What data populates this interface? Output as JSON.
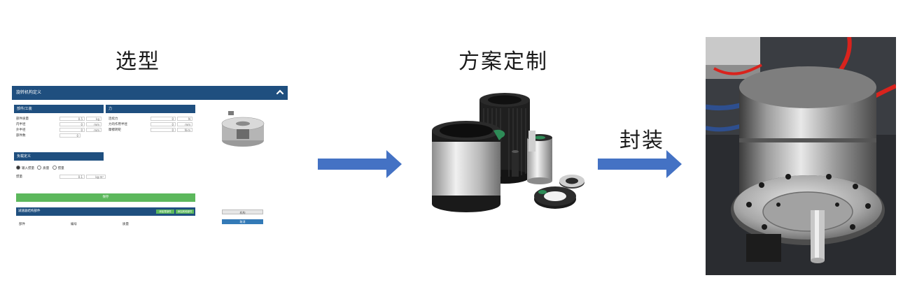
{
  "steps": {
    "select": "选型",
    "customize": "方案定制",
    "package": "封装"
  },
  "selector_ui": {
    "header_title": "旋转机构定义",
    "section_component": "部件/工装",
    "section_force": "力",
    "section_motion": "负载定义",
    "component_rows": [
      {
        "label": "部件质量",
        "value": "0.5",
        "unit": "kg"
      },
      {
        "label": "内半径",
        "value": "0",
        "unit": "mm"
      },
      {
        "label": "外半径",
        "value": "0",
        "unit": "mm"
      },
      {
        "label": "部件数",
        "value": "0",
        "unit": ""
      }
    ],
    "force_rows": [
      {
        "label": "连续力",
        "value": "0",
        "unit": "N"
      },
      {
        "label": "力的作用半径",
        "value": "0",
        "unit": "mm"
      },
      {
        "label": "摩擦转矩",
        "value": "0",
        "unit": "N·m"
      }
    ],
    "radio_options": [
      "输入惯量",
      "质量",
      "惯量"
    ],
    "inertia_row": {
      "label": "惯量",
      "value": "0.1",
      "unit": "kg·m²"
    },
    "save_label": "保存",
    "table_title": "减速器结构部件",
    "table_btn_1": "添加零部件",
    "table_btn_2": "添加其他部件",
    "columns": [
      "部件",
      "编号",
      "质量"
    ],
    "side_button_1": "机构",
    "side_button_2": "取消"
  },
  "colors": {
    "header_blue": "#1f4f7f",
    "green": "#5cb85c",
    "arrow_blue": "#4472c4"
  }
}
